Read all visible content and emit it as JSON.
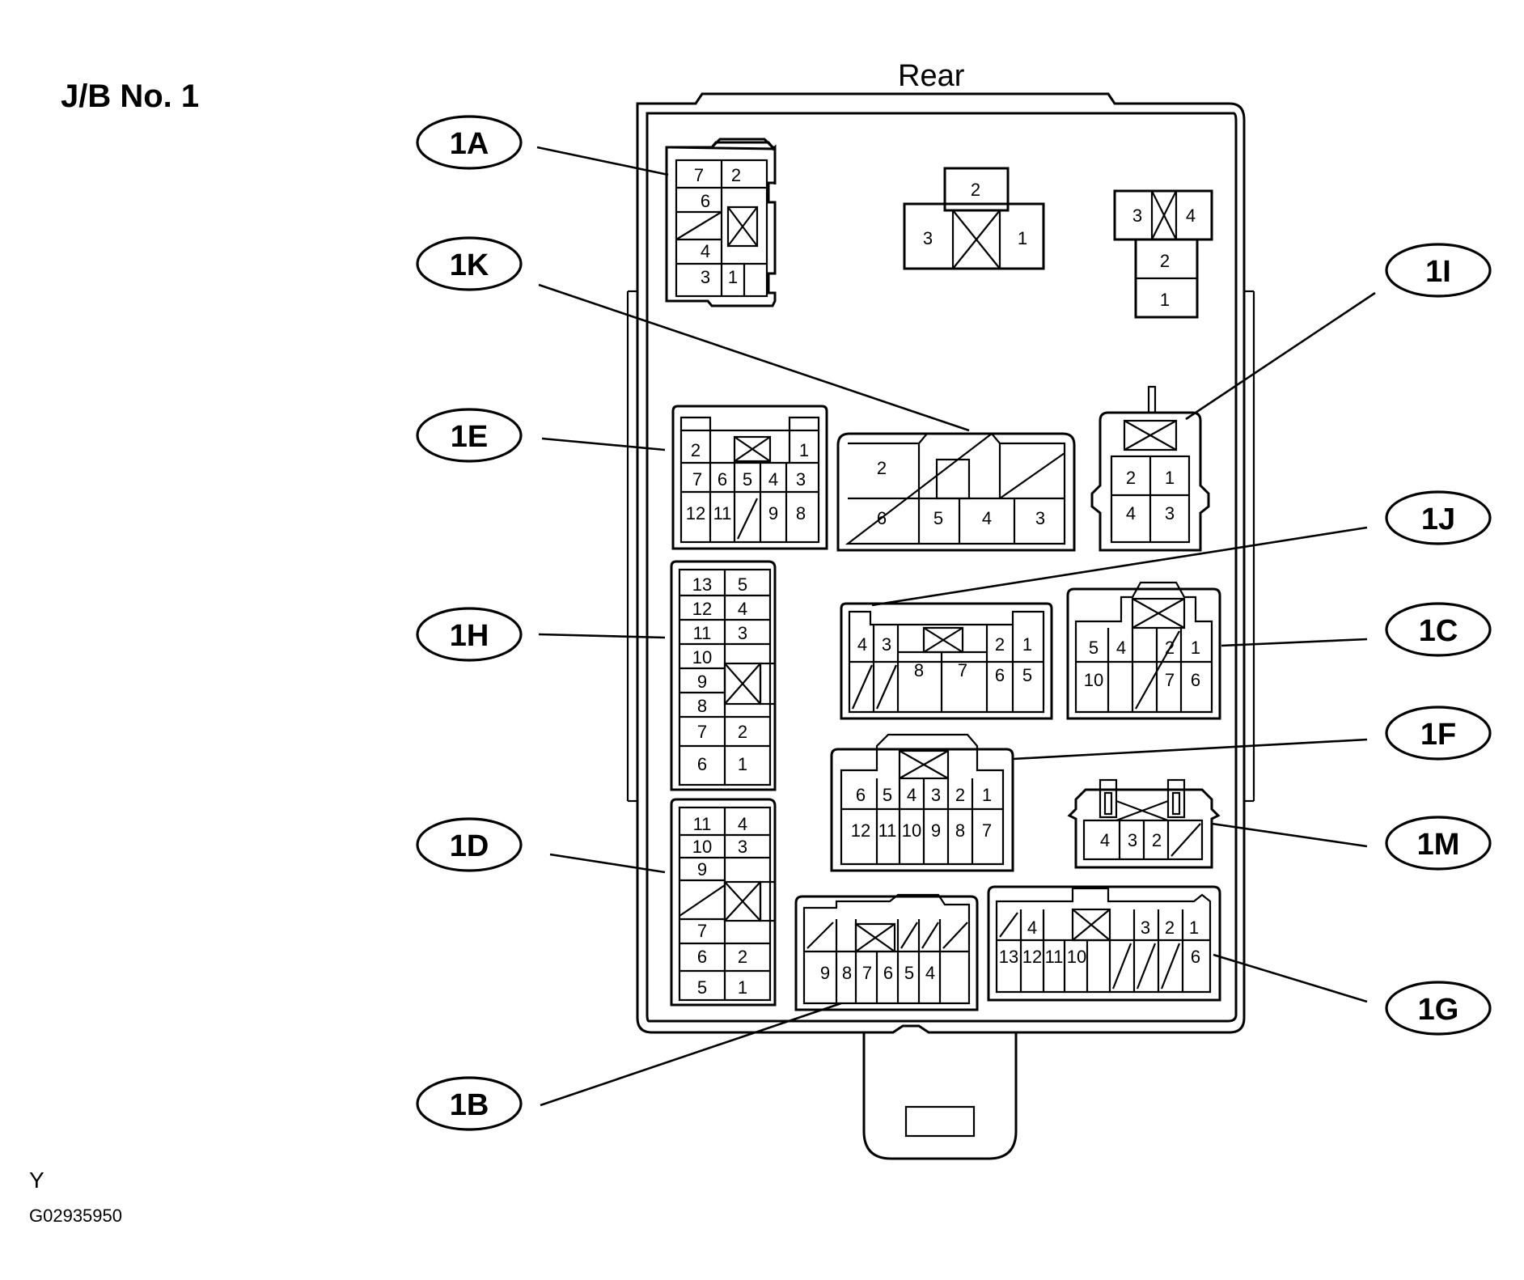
{
  "title": "J/B No. 1",
  "orientation_label": "Rear",
  "footer": {
    "mark": "Y",
    "figure_id": "G02935950"
  },
  "connector_labels": [
    "1A",
    "1K",
    "1E",
    "1H",
    "1D",
    "1B",
    "1I",
    "1J",
    "1C",
    "1F",
    "1M",
    "1G"
  ],
  "connectors": {
    "1A": [
      "7",
      "2",
      "6",
      "4",
      "3",
      "1"
    ],
    "relay_top_center": [
      "2",
      "3",
      "1"
    ],
    "relay_top_right": [
      "3",
      "4",
      "2",
      "1"
    ],
    "1E": [
      "2",
      "1",
      "7",
      "6",
      "5",
      "4",
      "3",
      "12",
      "11",
      "9",
      "8"
    ],
    "1K": [
      "2",
      "6",
      "5",
      "4",
      "3"
    ],
    "1I": [
      "2",
      "1",
      "4",
      "3"
    ],
    "1H": [
      "13",
      "5",
      "12",
      "4",
      "11",
      "3",
      "10",
      "9",
      "8",
      "7",
      "2",
      "6",
      "1"
    ],
    "1J": [
      "4",
      "3",
      "2",
      "1",
      "8",
      "7",
      "6",
      "5"
    ],
    "1C": [
      "5",
      "4",
      "2",
      "1",
      "10",
      "7",
      "6"
    ],
    "1F": [
      "6",
      "5",
      "4",
      "3",
      "2",
      "1",
      "12",
      "11",
      "10",
      "9",
      "8",
      "7"
    ],
    "1M": [
      "4",
      "3",
      "2"
    ],
    "1D": [
      "11",
      "4",
      "10",
      "3",
      "9",
      "7",
      "6",
      "2",
      "5",
      "1"
    ],
    "1B": [
      "9",
      "8",
      "7",
      "6",
      "5",
      "4"
    ],
    "1G": [
      "4",
      "3",
      "2",
      "1",
      "13",
      "12",
      "11",
      "10",
      "6"
    ]
  }
}
